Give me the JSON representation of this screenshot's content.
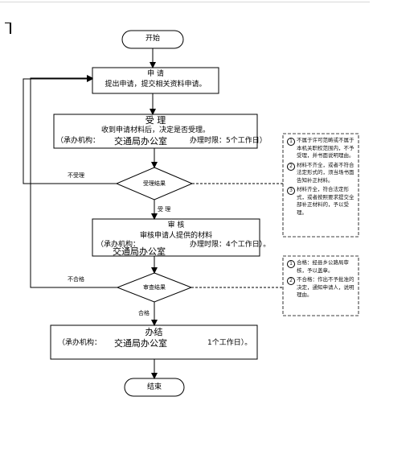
{
  "flow": {
    "start": "开始",
    "end": "结束",
    "apply": {
      "title": "申  请",
      "desc": "提出申请，提交相关资料申请。"
    },
    "accept": {
      "title": "受  理",
      "desc": "收到申请材料后，决定是否受理。",
      "org_prefix": "（承办机构：",
      "org": "交通局办公室",
      "time": "办理时限：5个工作日）"
    },
    "decision1": "受理结果",
    "not_accept_label": "不受理",
    "accept_label": "受 理",
    "review": {
      "title": "审  核",
      "desc": "审核申请人提供的材料",
      "org_prefix": "（承办机构：",
      "org": "交通局办公室",
      "time": "办理时限：4个工作日）。"
    },
    "decision2": "审查结果",
    "fail_label": "不合格",
    "pass_label": "合格",
    "finish": {
      "title": "办结",
      "org_prefix": "（承办机构：",
      "org": "交通局办公室",
      "time": "1个工作日）。"
    }
  },
  "notes": {
    "accept_notes": [
      {
        "num": "①",
        "text": "不属于许可范畴或不属于本机关职权范围内，不予受理，并书面说明理由。"
      },
      {
        "num": "②",
        "text": "材料不齐全，或者不符合法定形式的，须当场书面告知补正材料。"
      },
      {
        "num": "③",
        "text": "材料齐全，符合法定形式，或者按照要求提交全部补正材料的，予以受理。"
      }
    ],
    "review_notes": [
      {
        "num": "①",
        "text": "合格：经县乡公路局审核，予以盖章。"
      },
      {
        "num": "②",
        "text": "不合格：作出不予批准的决定，通知申请人，说明理由。"
      }
    ]
  }
}
